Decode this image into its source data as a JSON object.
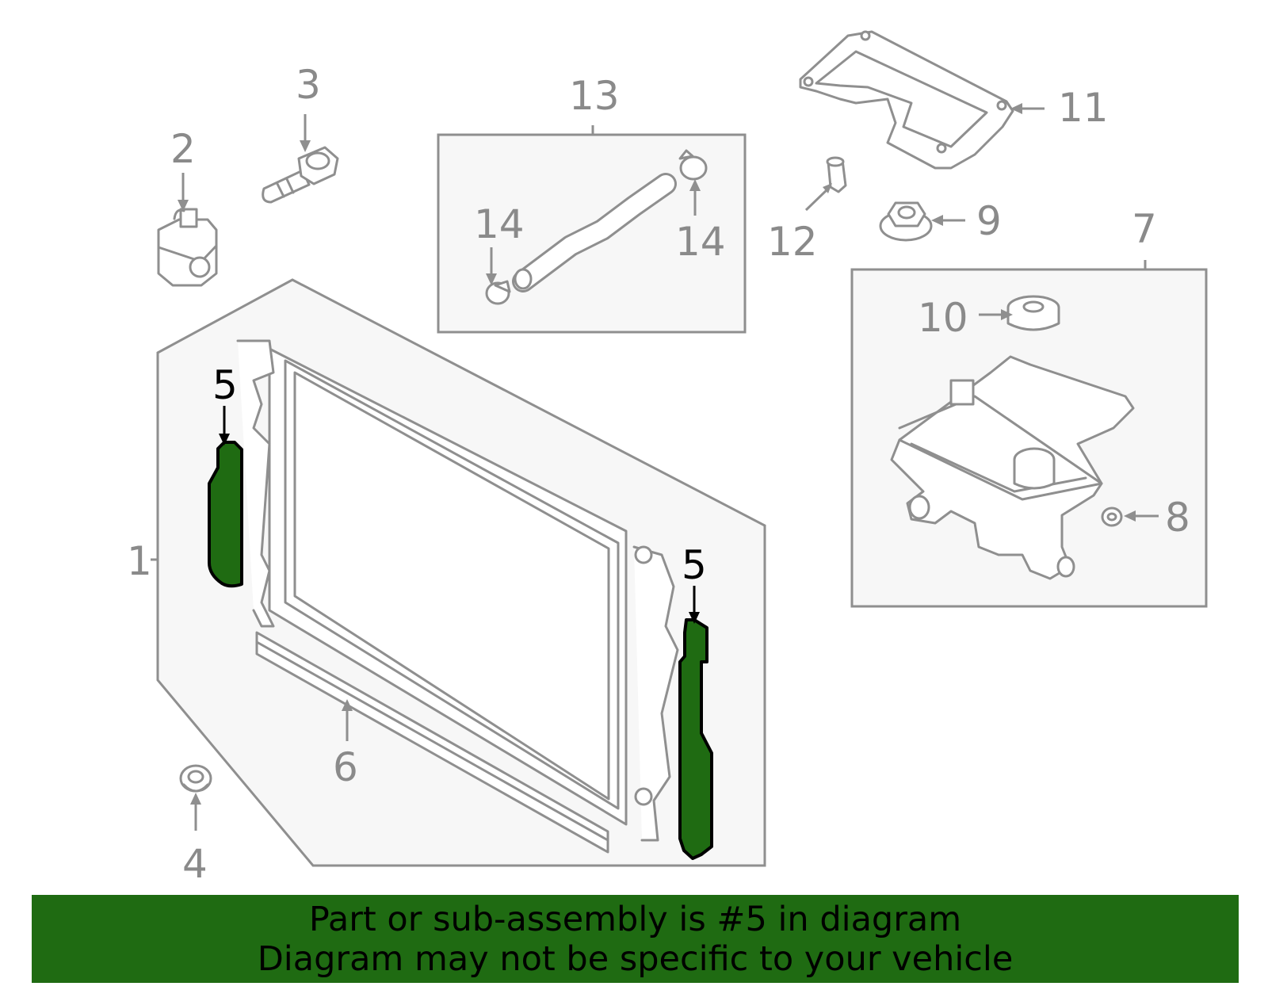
{
  "labels": {
    "l1": "1",
    "l2": "2",
    "l3": "3",
    "l4": "4",
    "l5a": "5",
    "l5b": "5",
    "l6": "6",
    "l7": "7",
    "l8": "8",
    "l9": "9",
    "l10": "10",
    "l11": "11",
    "l12": "12",
    "l13": "13",
    "l14a": "14",
    "l14b": "14"
  },
  "highlight": {
    "part_number": "5",
    "color": "#1f6b12"
  },
  "banner": {
    "line1": "Part or sub-assembly is #5 in diagram",
    "line2": "Diagram may not be specific to your vehicle",
    "color": "#1f6b12"
  }
}
